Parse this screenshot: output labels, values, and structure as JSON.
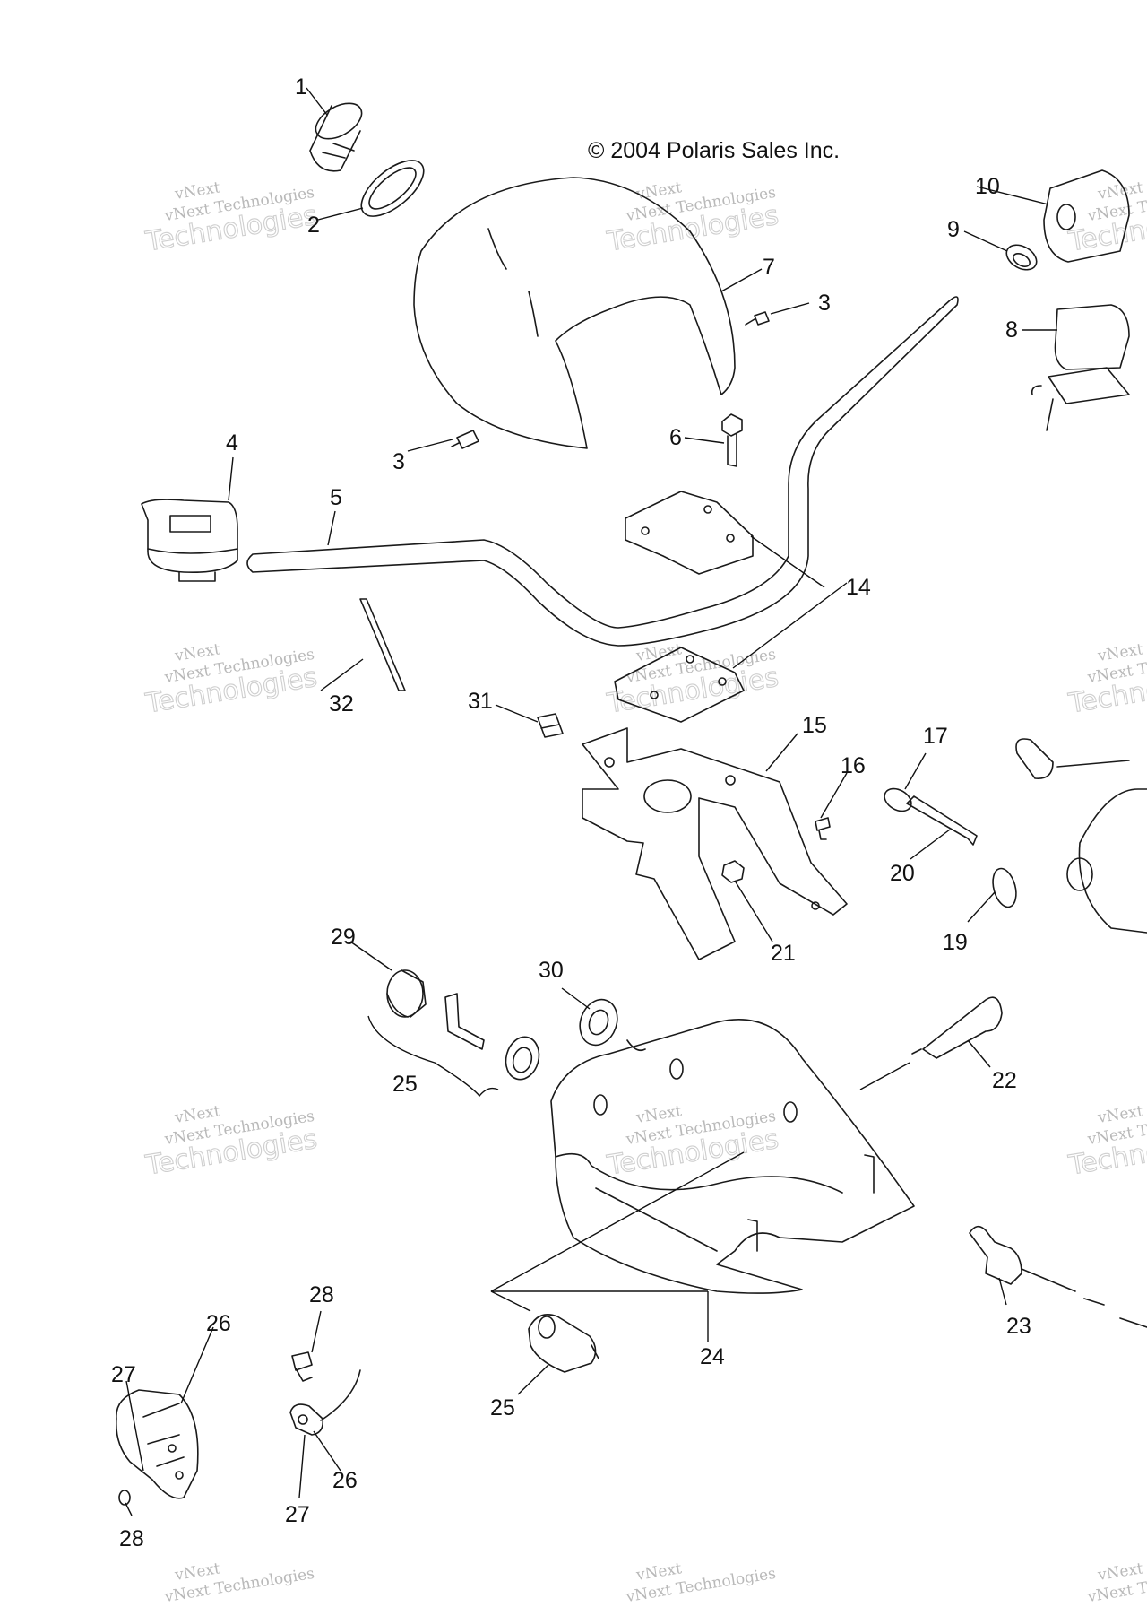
{
  "copyright": "© 2004 Polaris Sales Inc.",
  "watermark": {
    "brand": "vNext",
    "line": "vNext Technologies",
    "big": "Technologies"
  },
  "callouts": {
    "n1": "1",
    "n2": "2",
    "n3a": "3",
    "n3b": "3",
    "n4": "4",
    "n5": "5",
    "n6": "6",
    "n7": "7",
    "n8": "8",
    "n9": "9",
    "n10": "10",
    "n14": "14",
    "n15": "15",
    "n16": "16",
    "n17": "17",
    "n19": "19",
    "n20": "20",
    "n21": "21",
    "n22": "22",
    "n23": "23",
    "n24": "24",
    "n25a": "25",
    "n25b": "25",
    "n26a": "26",
    "n26b": "26",
    "n27a": "27",
    "n27b": "27",
    "n28a": "28",
    "n28b": "28",
    "n29": "29",
    "n30": "30",
    "n31": "31",
    "n32": "32"
  }
}
